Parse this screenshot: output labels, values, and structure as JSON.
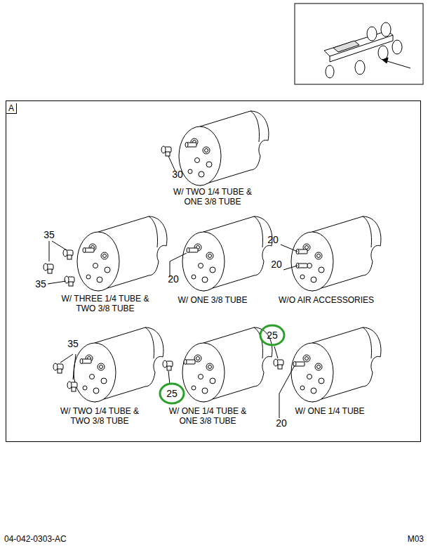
{
  "diagram": {
    "nodes": [
      {
        "text": [
          "A"
        ]
      }
    ],
    "labels": [
      "30",
      "W/ TWO 1/4 TUBE & ONE 3/8 TUBE",
      "35",
      "35",
      "W/ THREE 1/4 TUBE & TWO 3/8 TUBE",
      "20",
      "W/ ONE 3/8 TUBE",
      "20",
      "20",
      "W/O AIR ACCESSORIES",
      "35",
      "W/ TWO 1/4 TUBE & TWO 3/8 TUBE",
      "25",
      "W/ ONE 1/4 TUBE & ONE 3/8 TUBE",
      "25",
      "20",
      "W/ ONE 1/4 TUBE",
      "04-042-0303-AC",
      "M03"
    ]
  }
}
